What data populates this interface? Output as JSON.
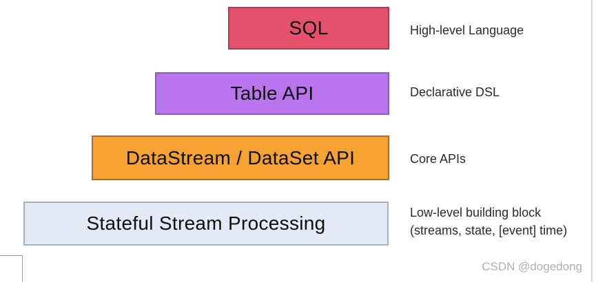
{
  "diagram": {
    "title_semantic": "Flink API stack layers",
    "layers": [
      {
        "box_label": "SQL",
        "annotation": "High-level Language",
        "fill": "#e5506c",
        "border": "#a63d52"
      },
      {
        "box_label": "Table API",
        "annotation": "Declarative DSL",
        "fill": "#ba75ee",
        "border": "#8f5ab3"
      },
      {
        "box_label": "DataStream / DataSet API",
        "annotation": "Core APIs",
        "fill": "#f5a233",
        "border": "#aa6d28"
      },
      {
        "box_label": "Stateful Stream Processing",
        "annotation": "Low-level building block",
        "annotation_line2": "(streams, state, [event] time)",
        "fill": "#e4eaf5",
        "border": "#a9b0bf"
      }
    ]
  },
  "watermark": "CSDN @dogedong"
}
